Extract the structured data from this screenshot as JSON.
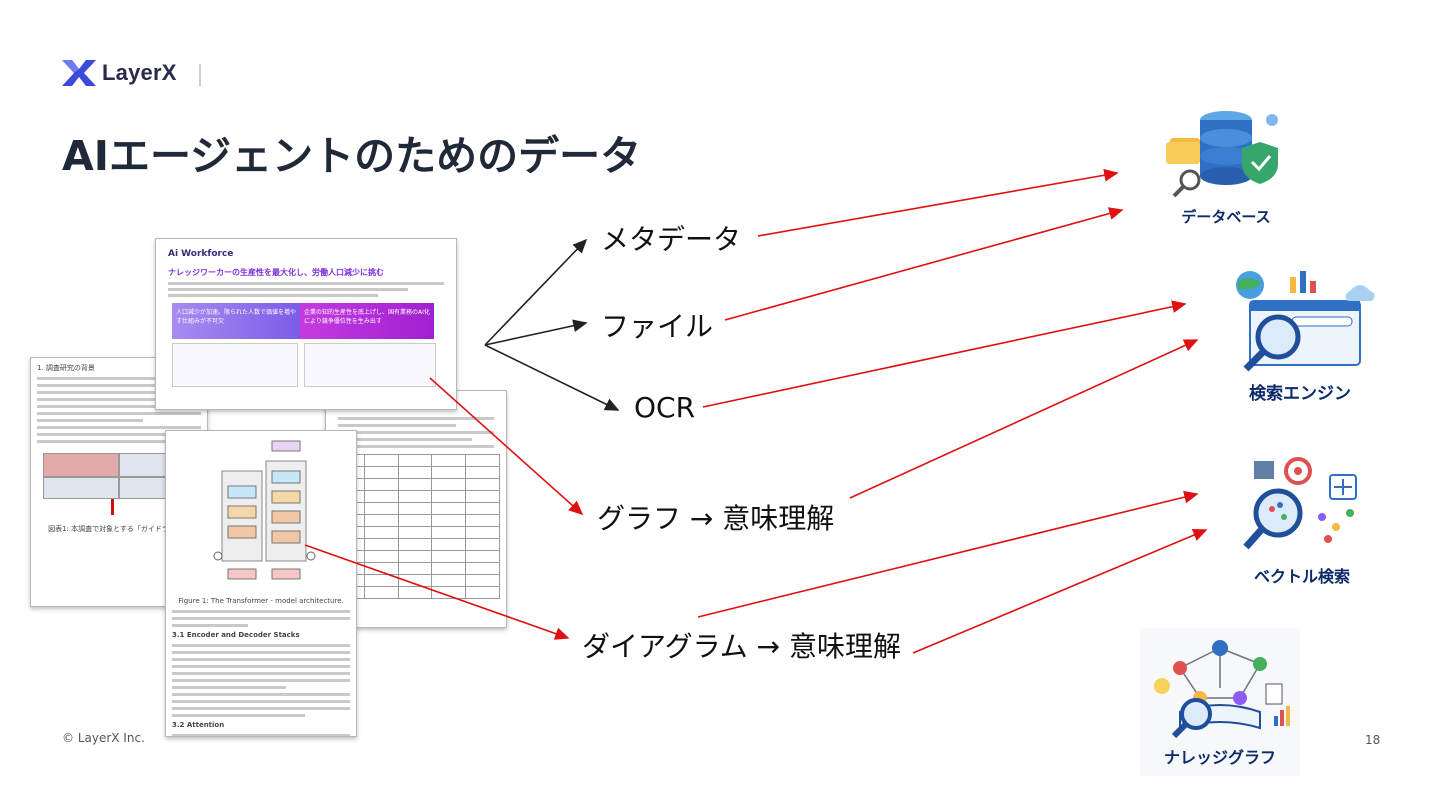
{
  "header": {
    "logo_text": "LayerX"
  },
  "slide": {
    "title": "AIエージェントのためのデータ",
    "footer": "© LayerX Inc.",
    "page_number": "18"
  },
  "labels": {
    "metadata": "メタデータ",
    "file": "ファイル",
    "ocr": "OCR",
    "graph": "グラフ → 意味理解",
    "diagram": "ダイアグラム → 意味理解"
  },
  "targets": {
    "database": "データベース",
    "search_engine": "検索エンジン",
    "vector_search": "ベクトル検索",
    "knowledge_graph": "ナレッジグラフ"
  },
  "doc_main": {
    "brand": "Ai Workforce",
    "headline": "ナレッジワーカーの生産性を最大化し、労働人口減少に挑む",
    "box_left": "人口減少が加速。限られた人数で価値を増やす仕組みが不可欠",
    "box_right": "企業の知的生産性を底上げし、国有業務のAI化により競争優位性を生み出す"
  },
  "doc_left": {
    "heading": "1. 調査研究の背景",
    "diagram_caption": "図表1: 本調査で対象とする「ガイドライン」"
  },
  "doc_paper": {
    "figure_caption": "Figure 1: The Transformer - model architecture.",
    "section1": "3.1 Encoder and Decoder Stacks",
    "section2": "3.2 Attention"
  },
  "colors": {
    "arrow_red": "#e01010",
    "arrow_dark": "#222222",
    "accent_purple": "#8b3cf0"
  }
}
